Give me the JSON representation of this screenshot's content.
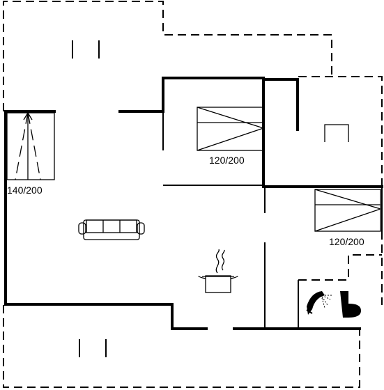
{
  "floor_plan": {
    "beds": [
      {
        "id": "bed-left",
        "label": "140/200"
      },
      {
        "id": "bed-upper-right",
        "label": "120/200"
      },
      {
        "id": "bed-lower-right",
        "label": "120/200"
      }
    ],
    "icons": [
      "sofa-icon",
      "cooking-pot-icon",
      "shower-icon",
      "toilet-icon",
      "table-icon"
    ]
  }
}
